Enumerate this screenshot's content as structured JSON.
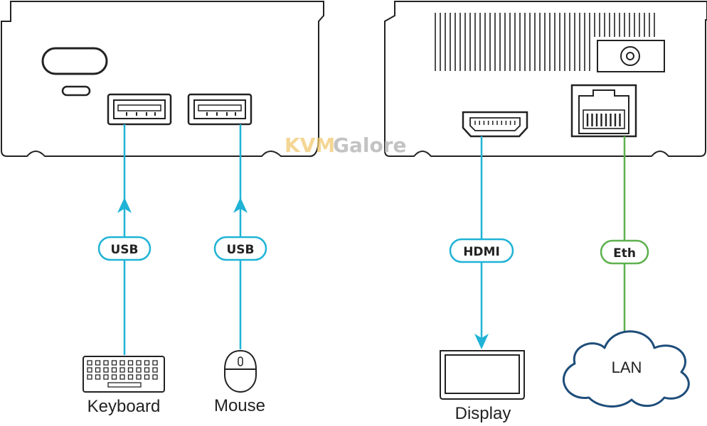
{
  "watermark": {
    "part1": "KVM",
    "part2": "Galore"
  },
  "connections": [
    {
      "label": "USB",
      "device": "Keyboard",
      "color": "#1fb3d6"
    },
    {
      "label": "USB",
      "device": "Mouse",
      "color": "#1fb3d6"
    },
    {
      "label": "HDMI",
      "device": "Display",
      "color": "#1fb3d6"
    },
    {
      "label": "Eth",
      "device": "LAN",
      "color": "#5db14e"
    }
  ],
  "colors": {
    "outline": "#222222",
    "usb": "#1fb3d6",
    "eth": "#5db14e",
    "cloud_stroke": "#1e4d7a"
  }
}
